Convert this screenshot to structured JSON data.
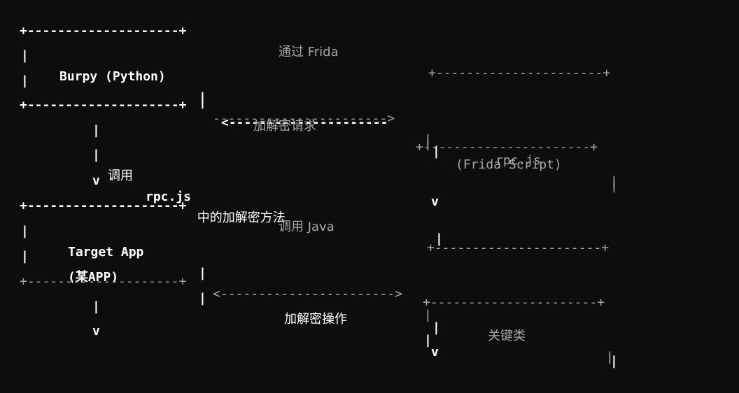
{
  "diagram": {
    "row1": {
      "left_border": "+--------------------+",
      "middle_label": "通过 Frida",
      "right_border": "+----------------------+"
    },
    "row2": {
      "left_bar": "|",
      "left_text": "Burpy (Python)",
      "left_bar_end": "|",
      "arrow": "----------------------->",
      "right_bar": "|",
      "right_text": "rpc.js",
      "right_bar_end": "|"
    },
    "row3": {
      "left_bar": "|",
      "left_bar_end": "|",
      "arrow": "<---------------------",
      "right_bar": "|",
      "right_text": "(Frida Script)",
      "right_bar_end": "|"
    },
    "row4": {
      "left_border": "+--------------------+",
      "middle_label": "加解密请求",
      "right_border": "+----------------------+"
    },
    "row5": {
      "left_bar": "|",
      "right_bar": "|"
    },
    "row6": {
      "left_bar": "|",
      "text_a": "调用 ",
      "text_b": "rpc.js",
      "text_c": " 中的加解密方法",
      "right_bar": "|"
    },
    "row7": {
      "left_v": "v",
      "right_v": "v"
    },
    "row8": {
      "left_border": "+--------------------+",
      "middle_label": "调用 Java",
      "right_border": "+----------------------+"
    },
    "row9": {
      "left_bar": "|",
      "left_text": "Target App",
      "left_bar_end": "|",
      "arrow": "<----------------------->",
      "right_bar": "|",
      "right_text": "关键类",
      "right_bar_end": "|"
    },
    "row10": {
      "left_bar": "|",
      "left_text": "(某APP)",
      "left_bar_end": "|",
      "middle_text": "加解密操作",
      "right_bar": "|",
      "right_bar_end": "|"
    },
    "row11": {
      "left_border": "+--------------------+",
      "right_border": "+----------------------+"
    },
    "row12": {
      "left_bar": "|",
      "right_bar": "|"
    },
    "row13": {
      "left_v": "v",
      "right_v": "v"
    }
  }
}
